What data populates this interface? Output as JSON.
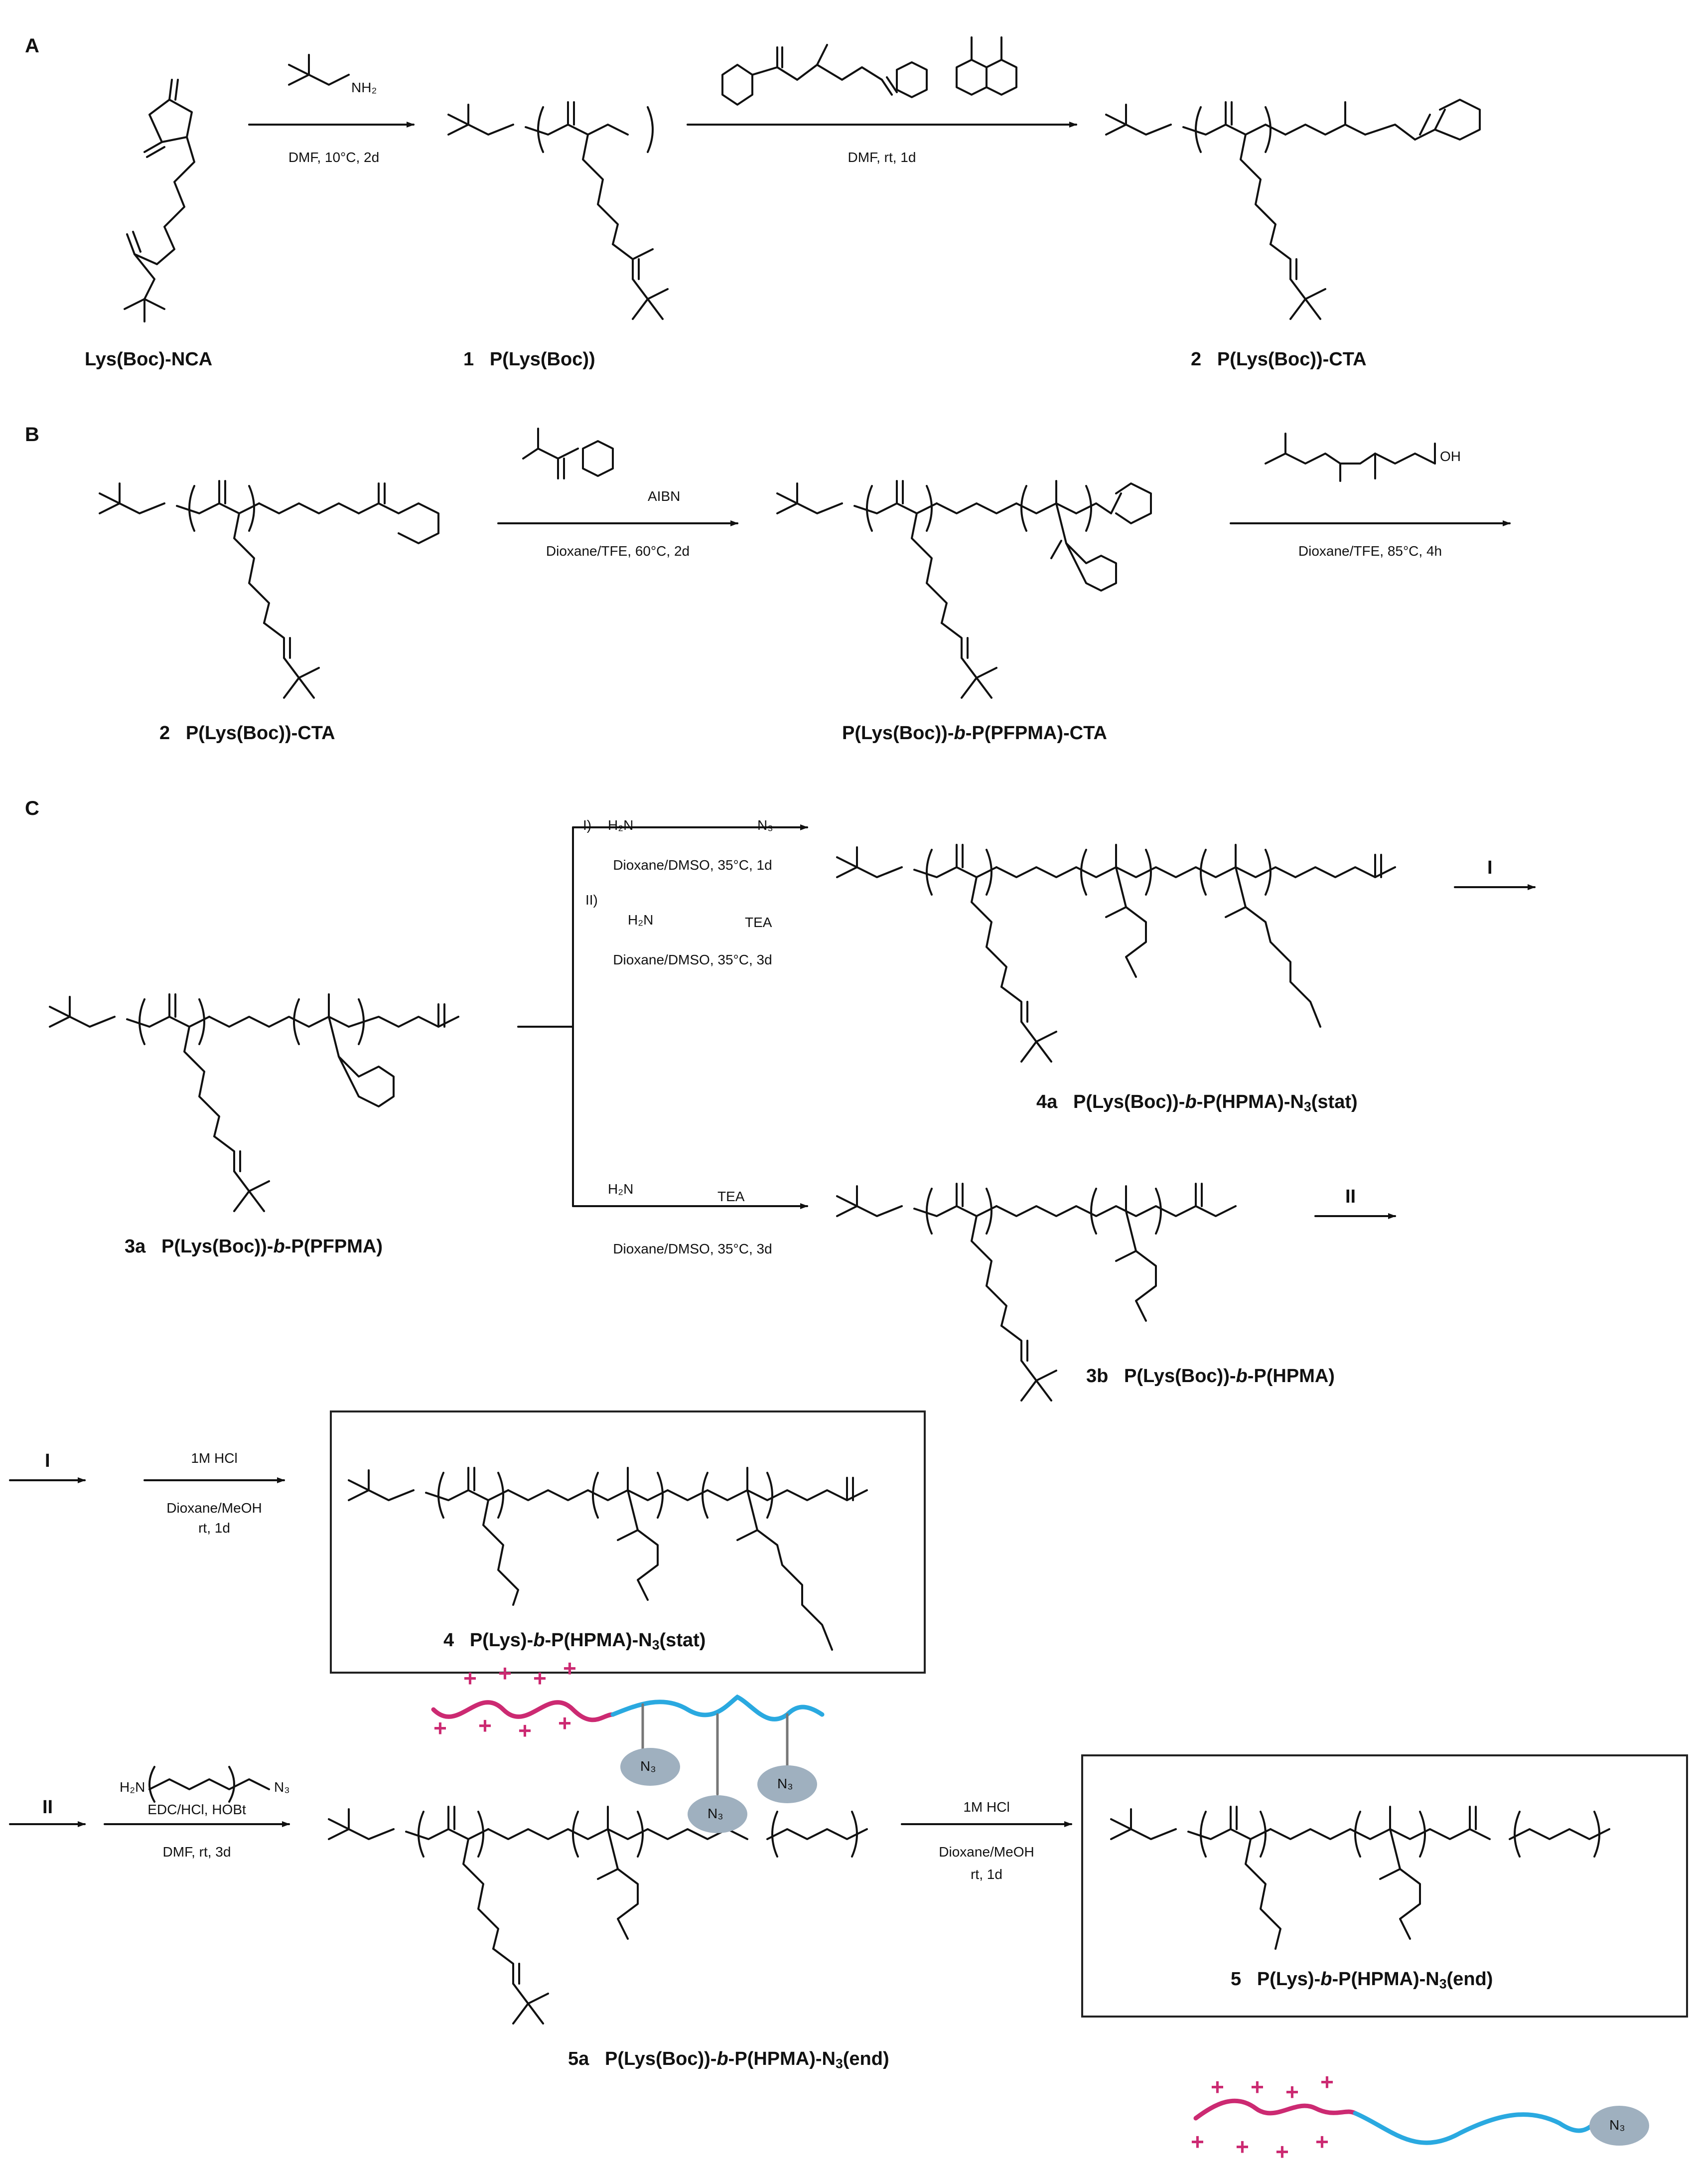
{
  "sections": {
    "A": "A",
    "B": "B",
    "C": "C"
  },
  "reagents": {
    "amine_initiator": "NH₂",
    "cta_acid": "OH",
    "azide_amine_I": "I)",
    "azide_amine_label": "H₂N",
    "azide_end": "N₃",
    "hpa": "H₂N",
    "tea": "TEA",
    "aibn": "AIBN",
    "II": "II)"
  },
  "conditions": {
    "a1": "DMF, 10°C, 2d",
    "a2": "DMF, rt, 1d",
    "b1": "Dioxane/TFE, 60°C, 2d",
    "b2": "Dioxane/TFE, 85°C, 4h",
    "c1": "Dioxane/DMSO, 35°C, 1d",
    "c2": "Dioxane/DMSO, 35°C, 3d",
    "c3": "Dioxane/DMSO, 35°C, 3d",
    "d1_reagent": "1M HCl",
    "d1_solvent": "Dioxane/MeOH",
    "d1_time": "rt, 1d",
    "e1_reagent": "EDC/HCl, HOBt",
    "e1_solvent": "DMF, rt, 3d",
    "e2_reagent": "1M HCl",
    "e2_solvent": "Dioxane/MeOH",
    "e2_time": "rt, 1d"
  },
  "compounds": {
    "nca": "Lys(Boc)-NCA",
    "c1_num": "1",
    "c1": "P(Lys(Boc))",
    "c2_num": "2",
    "c2": "P(Lys(Boc))-CTA",
    "b_start_num": "2",
    "b_start": "P(Lys(Boc))-CTA",
    "b_prod_a": "P(Lys(Boc))-",
    "b_prod_b": "b",
    "b_prod_c": "-P(PFPMA)-CTA",
    "c3a_num": "3a",
    "c3a_a": "P(Lys(Boc))-",
    "c3a_b": "b",
    "c3a_c": "-P(PFPMA)",
    "c4a_num": "4a",
    "c4a_a": "P(Lys(Boc))-",
    "c4a_b": "b",
    "c4a_c": "-P(HPMA)-N",
    "c4a_d": "3",
    "c4a_e": "(stat)",
    "c3b_num": "3b",
    "c3b_a": "P(Lys(Boc))-",
    "c3b_b": "b",
    "c3b_c": "-P(HPMA)",
    "c4_num": "4",
    "c4_a": "P(Lys)-",
    "c4_b": "b",
    "c4_c": "-P(HPMA)-N",
    "c4_d": "3",
    "c4_e": "(stat)",
    "c5a_num": "5a",
    "c5a_a": "P(Lys(Boc))-",
    "c5a_b": "b",
    "c5a_c": "-P(HPMA)-N",
    "c5a_d": "3",
    "c5a_e": "(end)",
    "c5_num": "5",
    "c5_a": "P(Lys)-",
    "c5_b": "b",
    "c5_c": "-P(HPMA)-N",
    "c5_d": "3",
    "c5_e": "(end)"
  },
  "routes": {
    "I": "I",
    "II": "II"
  },
  "cartoon": {
    "azide_label": "N₃",
    "plus": "+"
  },
  "colors": {
    "cationic_block": "#cc2a72",
    "hpma_block": "#2aa9e0",
    "azide_bead": "#9fb0bf"
  }
}
